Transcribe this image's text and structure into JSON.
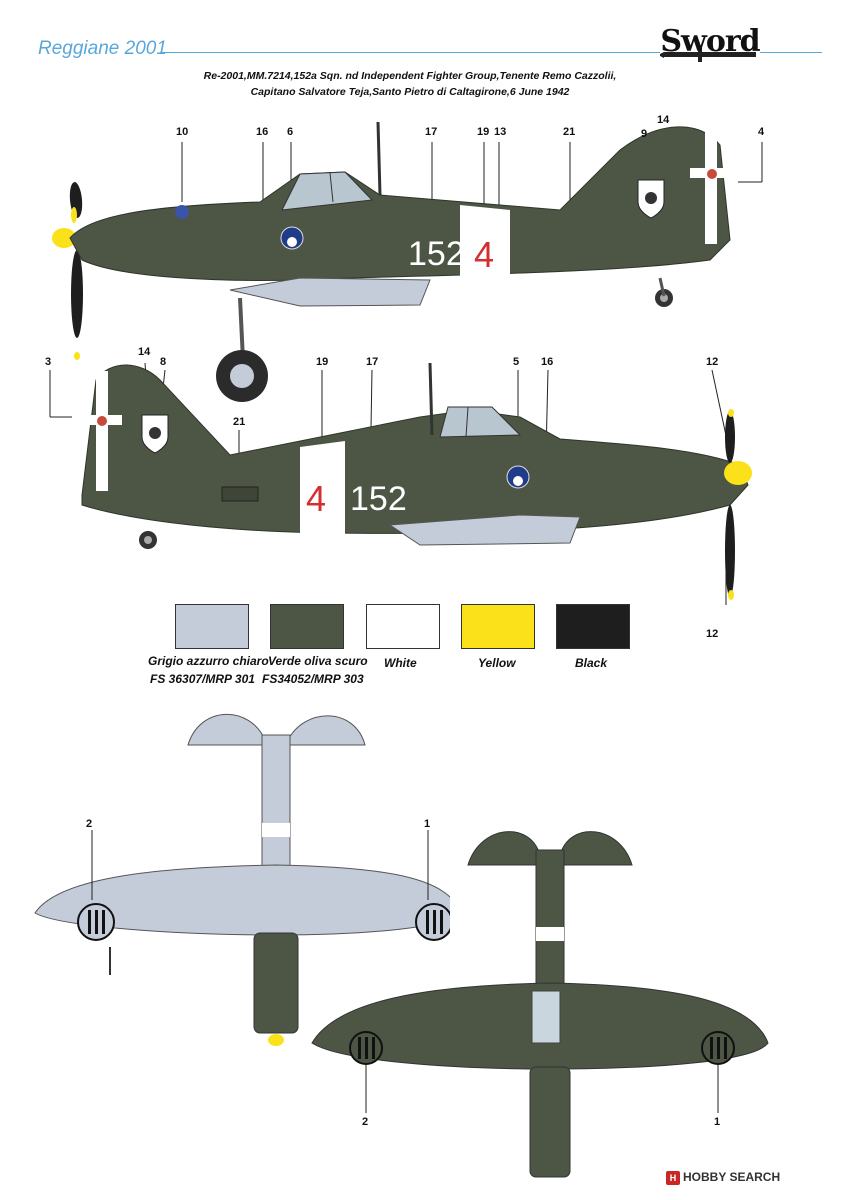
{
  "header": {
    "title": "Reggiane 2001",
    "brand": "Sword",
    "description_line1": "Re-2001,MM.7214,152a Sqn. nd Independent Fighter Group,Tenente Remo Cazzolii,",
    "description_line2": "Capitano Salvatore Teja,Santo Pietro di Caltagirone,6 June 1942"
  },
  "aircraft": {
    "fuselage_code_left": "152",
    "fuselage_code_right": "152",
    "code_red": "4"
  },
  "colors": {
    "grey_blue": "#c3ccd8",
    "olive": "#4d5645",
    "white": "#ffffff",
    "yellow": "#fbe11a",
    "black": "#1e1e1e",
    "title_blue": "#5aa7db"
  },
  "callouts": {
    "left_side": [
      "10",
      "16",
      "6",
      "17",
      "19",
      "13",
      "21",
      "9",
      "14",
      "4"
    ],
    "right_side": [
      "3",
      "14",
      "8",
      "19",
      "17",
      "5",
      "16",
      "21",
      "12",
      "12"
    ],
    "underside": [
      "2",
      "1"
    ],
    "topside": [
      "2",
      "1"
    ]
  },
  "legend": [
    {
      "line1": "Grigio azzurro chiaro",
      "line2": "FS 36307/MRP 301",
      "color": "#c3ccd8"
    },
    {
      "line1": "Verde oliva scuro",
      "line2": "FS34052/MRP 303",
      "color": "#4d5645"
    },
    {
      "line1": "White",
      "line2": "",
      "color": "#ffffff"
    },
    {
      "line1": "Yellow",
      "line2": "",
      "color": "#fbe11a"
    },
    {
      "line1": "Black",
      "line2": "",
      "color": "#1e1e1e"
    }
  ],
  "watermark": {
    "icon": "hobby-search-icon",
    "text": "HOBBY SEARCH"
  }
}
